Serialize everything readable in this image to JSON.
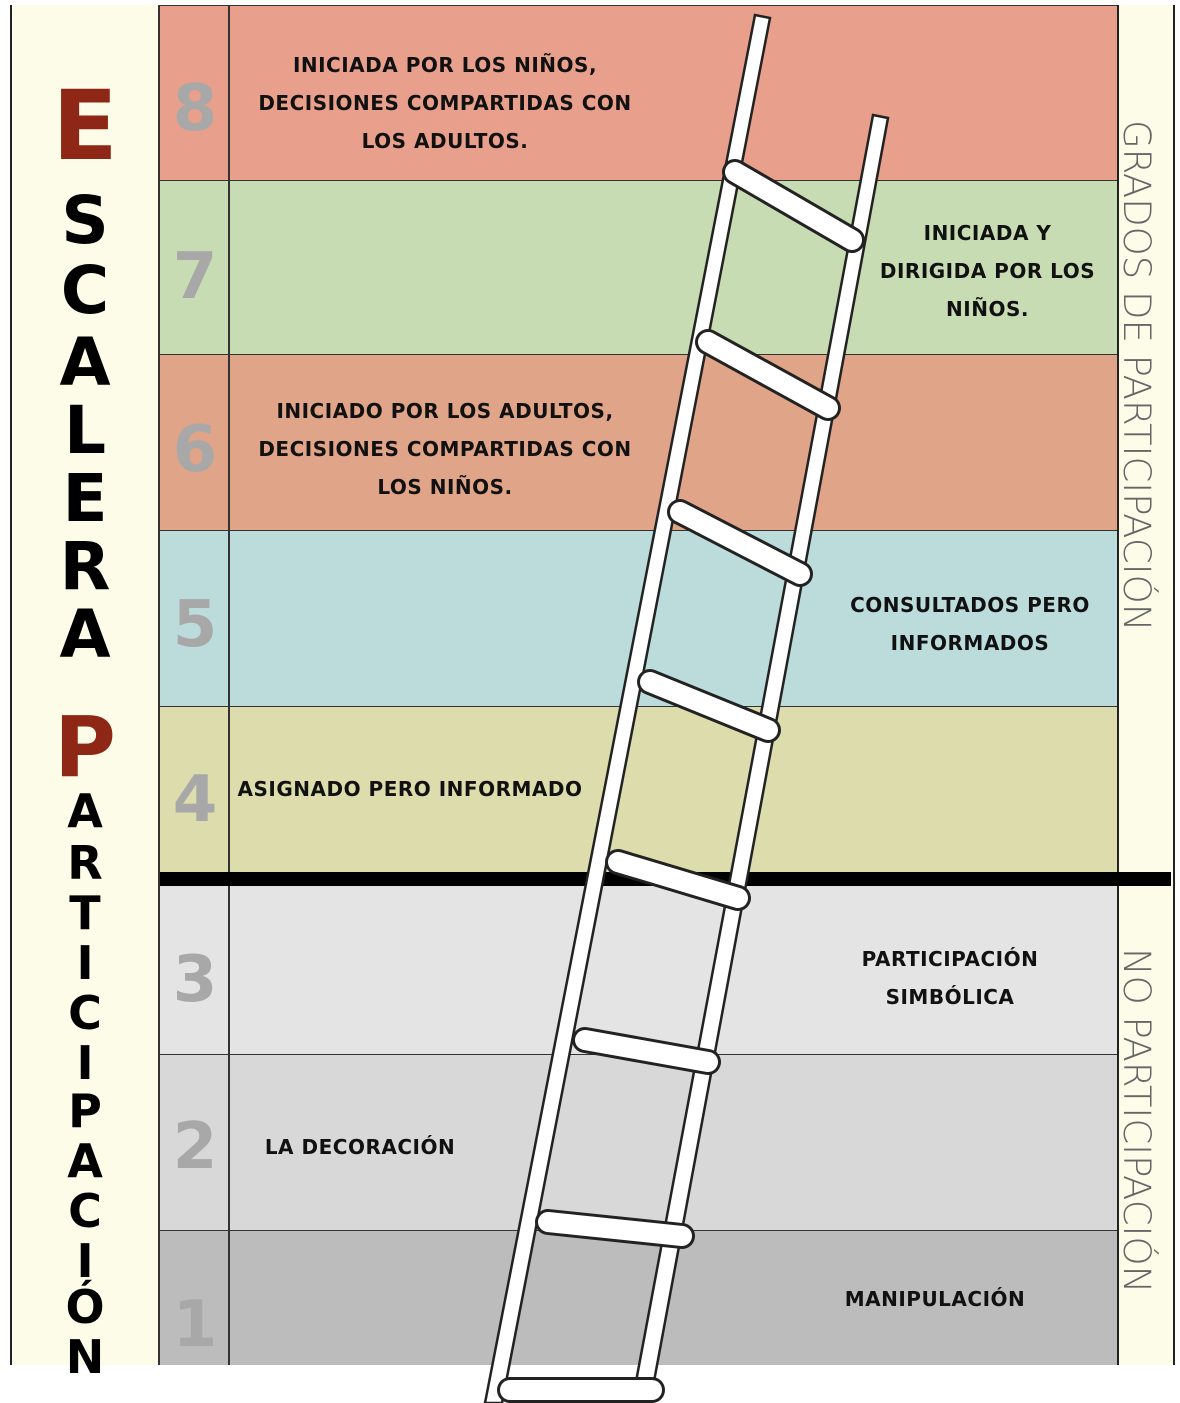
{
  "title": {
    "word1_initial": "E",
    "word1_rest": [
      "S",
      "C",
      "A",
      "L",
      "E",
      "R",
      "A"
    ],
    "word2_initial": "P",
    "word2_rest": [
      "A",
      "R",
      "T",
      "I",
      "C",
      "I",
      "P",
      "A",
      "C",
      "I",
      "Ó",
      "N"
    ]
  },
  "side_labels": {
    "upper": "GRADOS DE PARTICIPACIÓN",
    "lower": "NO PARTICIPACIÓN"
  },
  "rungs": [
    {
      "number": "8",
      "label_lines": [
        "INICIADA POR LOS NIÑOS,",
        "DECISIONES COMPARTIDAS CON",
        "LOS ADULTOS."
      ],
      "color": "#e8a08c",
      "side": "left"
    },
    {
      "number": "7",
      "label_lines": [
        "INICIADA Y",
        "DIRIGIDA POR LOS",
        "NIÑOS."
      ],
      "color": "#c8dcb4",
      "side": "right"
    },
    {
      "number": "6",
      "label_lines": [
        "INICIADO POR LOS ADULTOS,",
        "DECISIONES COMPARTIDAS CON",
        "LOS NIÑOS."
      ],
      "color": "#e0a488",
      "side": "left"
    },
    {
      "number": "5",
      "label_lines": [
        "CONSULTADOS PERO",
        "INFORMADOS"
      ],
      "color": "#bcdcdc",
      "side": "right"
    },
    {
      "number": "4",
      "label_lines": [
        "ASIGNADO PERO INFORMADO"
      ],
      "color": "#dcdcac",
      "side": "left"
    },
    {
      "number": "3",
      "label_lines": [
        "PARTICIPACIÓN",
        "SIMBÓLICA"
      ],
      "color": "#e4e4e4",
      "side": "right"
    },
    {
      "number": "2",
      "label_lines": [
        "LA DECORACIÓN"
      ],
      "color": "#d8d8d8",
      "side": "left"
    },
    {
      "number": "1",
      "label_lines": [
        "MANIPULACIÓN"
      ],
      "color": "#bcbcbc",
      "side": "right"
    }
  ],
  "colors": {
    "title_accent": "#8e2716",
    "number_gray": "#a8a8a8",
    "side_bg": "#fcfce8"
  }
}
